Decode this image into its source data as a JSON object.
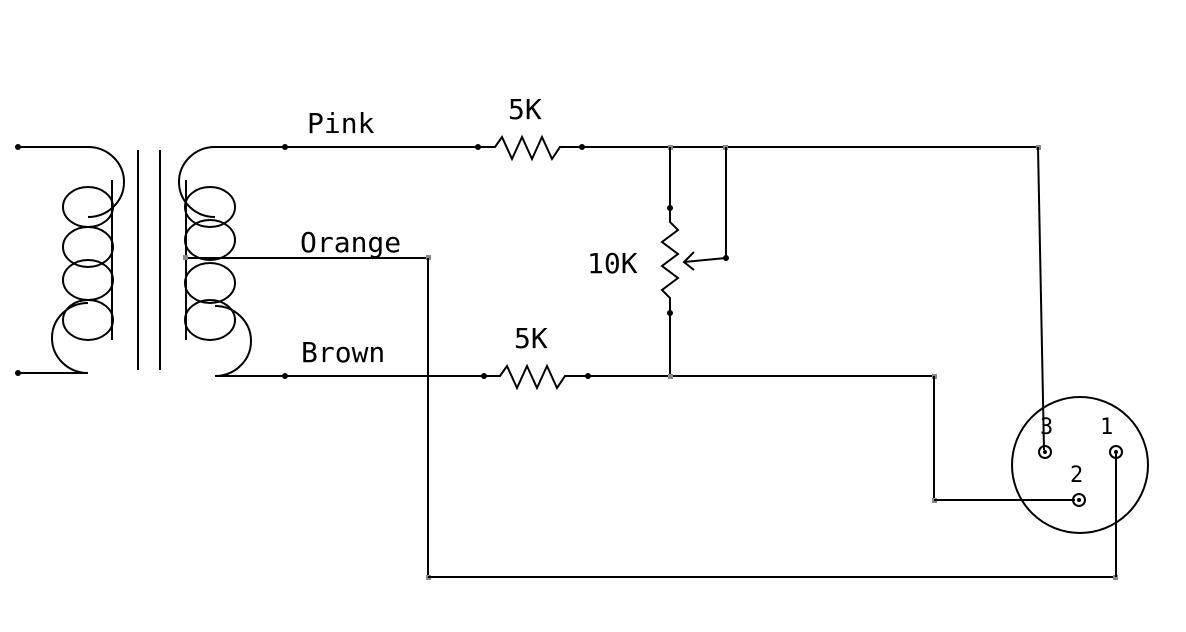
{
  "labels": {
    "pink": "Pink",
    "orange": "Orange",
    "brown": "Brown",
    "r_top": "5K",
    "r_bottom": "5K",
    "pot": "10K"
  },
  "xlr": {
    "pin1": "1",
    "pin2": "2",
    "pin3": "3"
  }
}
